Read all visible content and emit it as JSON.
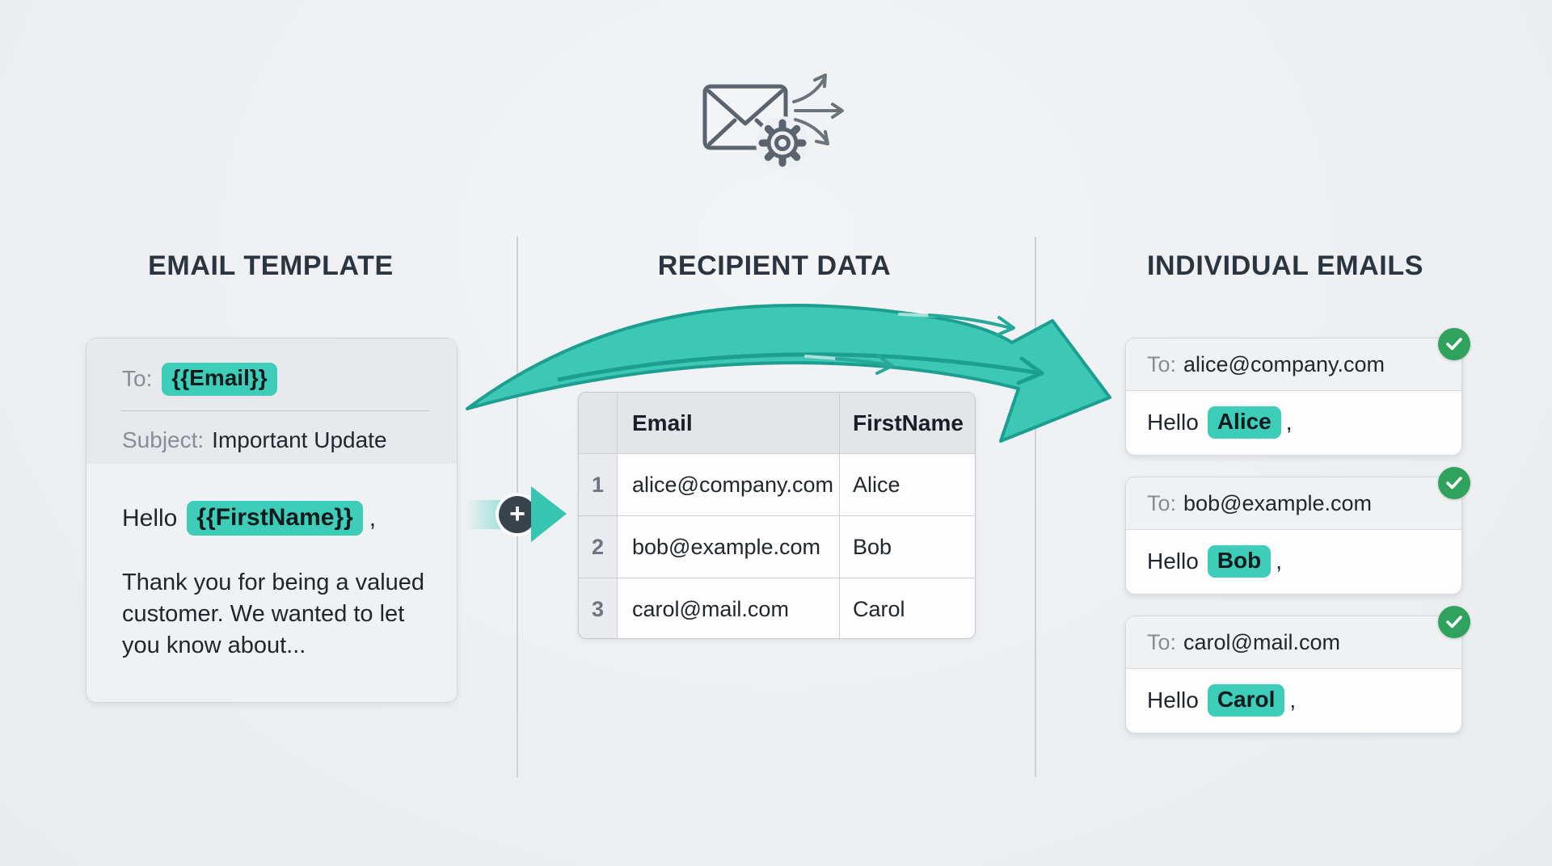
{
  "headings": {
    "left": "EMAIL TEMPLATE",
    "middle": "RECIPIENT DATA",
    "right": "INDIVIDUAL EMAILS"
  },
  "template_card": {
    "to_label": "To:",
    "to_placeholder": "{{Email}}",
    "subject_label": "Subject:",
    "subject_value": "Important Update",
    "greeting_prefix": "Hello",
    "greeting_placeholder": "{{FirstName}}",
    "greeting_suffix": ",",
    "body_text": "Thank you for being a valued customer. We wanted to let you know about..."
  },
  "recipients": {
    "columns": [
      "Email",
      "FirstName"
    ],
    "rows": [
      {
        "num": "1",
        "email": "alice@company.com",
        "first_name": "Alice"
      },
      {
        "num": "2",
        "email": "bob@example.com",
        "first_name": "Bob"
      },
      {
        "num": "3",
        "email": "carol@mail.com",
        "first_name": "Carol"
      }
    ]
  },
  "emails": {
    "to_label": "To:",
    "cards": [
      {
        "to": "alice@company.com",
        "greeting_prefix": "Hello",
        "name": "Alice",
        "greeting_suffix": ","
      },
      {
        "to": "bob@example.com",
        "greeting_prefix": "Hello",
        "name": "Bob",
        "greeting_suffix": ","
      },
      {
        "to": "carol@mail.com",
        "greeting_prefix": "Hello",
        "name": "Carol",
        "greeting_suffix": ","
      }
    ]
  },
  "icons": {
    "top_icon": "envelope-gear-send-icon",
    "merge_icon": "plus-icon",
    "status_icon": "check-icon",
    "plus_glyph": "+"
  },
  "colors": {
    "background": "#edeff2",
    "highlight_teal": "#3ecdb8",
    "arrow_teal": "#3dc8b4",
    "arrow_teal_dark": "#1c9e90",
    "status_green": "#2fa35d",
    "dark_text": "#21272e",
    "gray_text": "#878e97",
    "icon_gray": "#5b646e"
  }
}
